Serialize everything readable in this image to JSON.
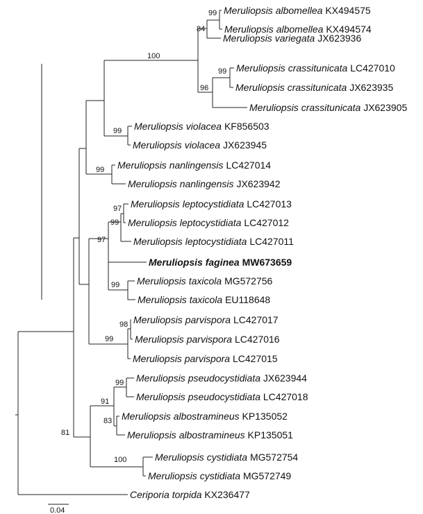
{
  "tree": {
    "taxa": [
      {
        "genus": "Meruliopsis",
        "species": "albomellea",
        "accession": "KX494575"
      },
      {
        "genus": "Meruliopsis",
        "species": "albomellea",
        "accession": "KX494574"
      },
      {
        "genus": "Meruliopsis",
        "species": "variegata",
        "accession": "JX623936"
      },
      {
        "genus": "Meruliopsis",
        "species": "crassitunicata",
        "accession": "LC427010"
      },
      {
        "genus": "Meruliopsis",
        "species": "crassitunicata",
        "accession": "JX623935"
      },
      {
        "genus": "Meruliopsis",
        "species": "crassitunicata",
        "accession": "JX623905"
      },
      {
        "genus": "Meruliopsis",
        "species": "violacea",
        "accession": "KF856503"
      },
      {
        "genus": "Meruliopsis",
        "species": "violacea",
        "accession": "JX623945"
      },
      {
        "genus": "Meruliopsis",
        "species": "nanlingensis",
        "accession": "LC427014"
      },
      {
        "genus": "Meruliopsis",
        "species": "nanlingensis",
        "accession": "JX623942"
      },
      {
        "genus": "Meruliopsis",
        "species": "leptocystidiata",
        "accession": "LC427013"
      },
      {
        "genus": "Meruliopsis",
        "species": "leptocystidiata",
        "accession": "LC427012"
      },
      {
        "genus": "Meruliopsis",
        "species": "leptocystidiata",
        "accession": "LC427011"
      },
      {
        "genus": "Meruliopsis",
        "species": "faginea",
        "accession": "MW673659",
        "highlight": true
      },
      {
        "genus": "Meruliopsis",
        "species": "taxicola",
        "accession": "MG572756"
      },
      {
        "genus": "Meruliopsis",
        "species": "taxicola",
        "accession": "EU118648"
      },
      {
        "genus": "Meruliopsis",
        "species": "parvispora",
        "accession": "LC427017"
      },
      {
        "genus": "Meruliopsis",
        "species": "parvispora",
        "accession": "LC427016"
      },
      {
        "genus": "Meruliopsis",
        "species": "parvispora",
        "accession": "LC427015"
      },
      {
        "genus": "Meruliopsis",
        "species": "pseudocystidiata",
        "accession": "JX623944"
      },
      {
        "genus": "Meruliopsis",
        "species": "pseudocystidiata",
        "accession": "LC427018"
      },
      {
        "genus": "Meruliopsis",
        "species": "albostramineus",
        "accession": "KP135052"
      },
      {
        "genus": "Meruliopsis",
        "species": "albostramineus",
        "accession": "KP135051"
      },
      {
        "genus": "Meruliopsis",
        "species": "cystidiata",
        "accession": "MG572754"
      },
      {
        "genus": "Meruliopsis",
        "species": "cystidiata",
        "accession": "MG572749"
      },
      {
        "genus": "Ceriporia",
        "species": "torpida",
        "accession": "KX236477"
      }
    ],
    "support_values": [
      "99",
      "84",
      "100",
      "99",
      "96",
      "99",
      "99",
      "97",
      "99",
      "97",
      "99",
      "98",
      "99",
      "99",
      "91",
      "83",
      "81",
      "100"
    ],
    "scale_bar": {
      "label": "0.04",
      "value": 0.04
    }
  }
}
